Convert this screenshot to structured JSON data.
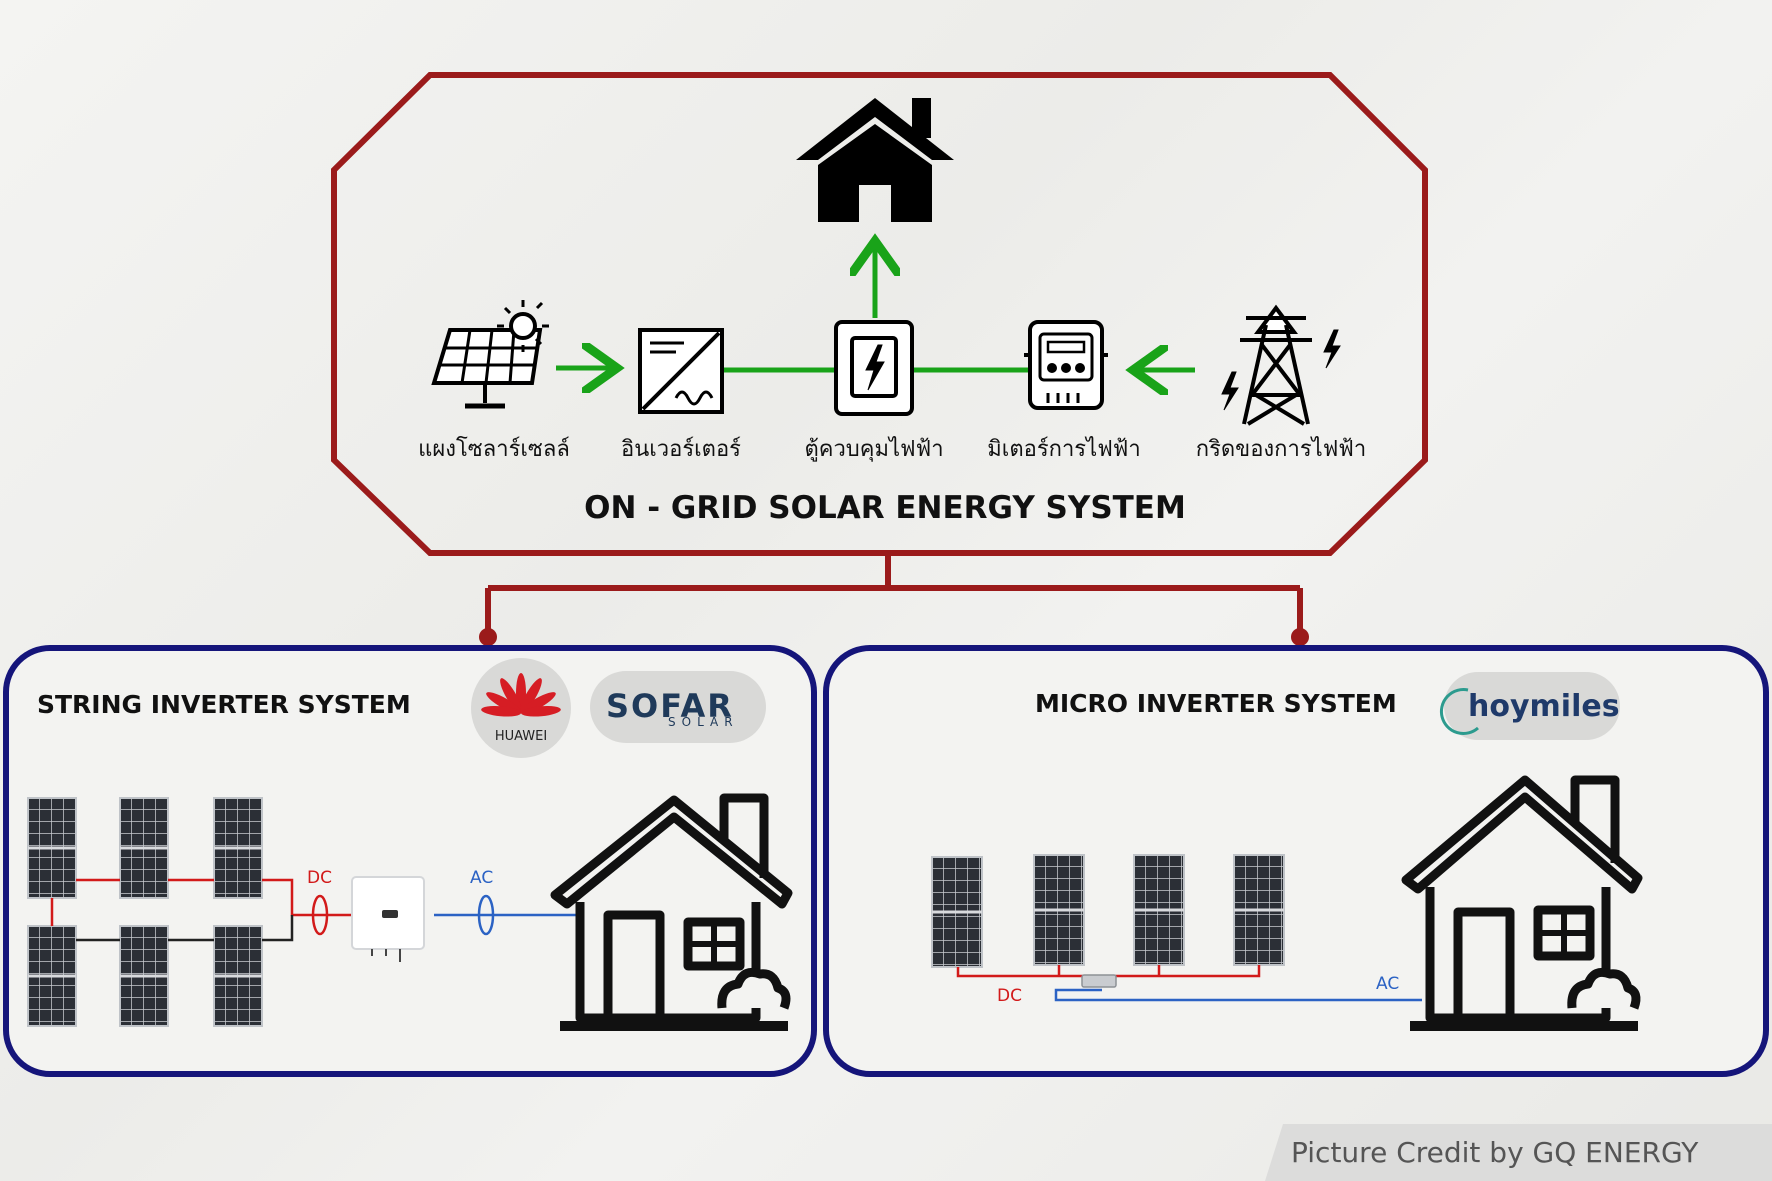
{
  "onGrid": {
    "title": "ON - GRID SOLAR ENERGY SYSTEM",
    "labels": {
      "solar_panel": "แผงโซลาร์เซลล์",
      "inverter": "อินเวอร์เตอร์",
      "control_box": "ตู้ควบคุมไฟฟ้า",
      "meter": "มิเตอร์การไฟฟ้า",
      "grid": "กริดของการไฟฟ้า"
    }
  },
  "stringSystem": {
    "title": "STRING INVERTER SYSTEM",
    "dc_label": "DC",
    "ac_label": "AC",
    "brands": {
      "huawei": "HUAWEI",
      "sofar": "SOFAR",
      "sofar_sub": "SOLAR"
    }
  },
  "microSystem": {
    "title": "MICRO INVERTER SYSTEM",
    "dc_label": "DC",
    "ac_label": "AC",
    "brands": {
      "hoymiles": "hoymiles"
    }
  },
  "credit": "Picture Credit by GQ ENERGY",
  "colors": {
    "onGridFrame": "#9b1b1b",
    "subFrame": "#15157a",
    "flowArrow": "#19a319",
    "dcWire": "#d21a1a",
    "acWire": "#2b62c4"
  }
}
